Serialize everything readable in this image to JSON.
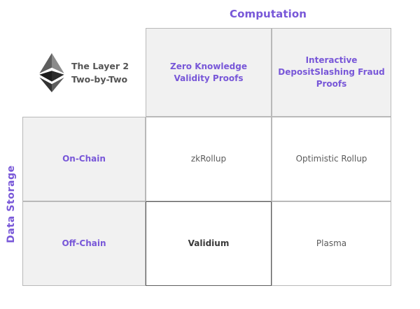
{
  "axes": {
    "columns_title": "Computation",
    "rows_title": "Data Storage",
    "accent_color": "#7857d8"
  },
  "brand": {
    "logo_icon": "ethereum-logo-icon",
    "line1": "The Layer 2",
    "line2": "Two-by-Two"
  },
  "matrix": {
    "column_headers": [
      {
        "id": "zk-validity-proofs",
        "label": "Zero Knowledge Validity Proofs"
      },
      {
        "id": "interactive-fraud-proofs",
        "label": "Interactive DepositSlashing Fraud Proofs"
      }
    ],
    "row_headers": [
      {
        "id": "on-chain",
        "label": "On-Chain"
      },
      {
        "id": "off-chain",
        "label": "Off-Chain"
      }
    ],
    "cells": [
      {
        "id": "zkrollup",
        "row": "on-chain",
        "column": "zk-validity-proofs",
        "label": "zkRollup",
        "highlighted": false
      },
      {
        "id": "optimistic-rollup",
        "row": "on-chain",
        "column": "interactive-fraud-proofs",
        "label": "Optimistic Rollup",
        "highlighted": false
      },
      {
        "id": "validium",
        "row": "off-chain",
        "column": "zk-validity-proofs",
        "label": "Validium",
        "highlighted": true
      },
      {
        "id": "plasma",
        "row": "off-chain",
        "column": "interactive-fraud-proofs",
        "label": "Plasma",
        "highlighted": false
      }
    ]
  },
  "colors": {
    "accent_purple": "#7857d8",
    "shaded_cell": "#f1f1f1",
    "cell_border": "#b9b9b9",
    "highlight_border": "#5f5f5f",
    "data_text": "#5b5b5b",
    "brand_text": "#555555",
    "page_background": "#ffffff"
  }
}
